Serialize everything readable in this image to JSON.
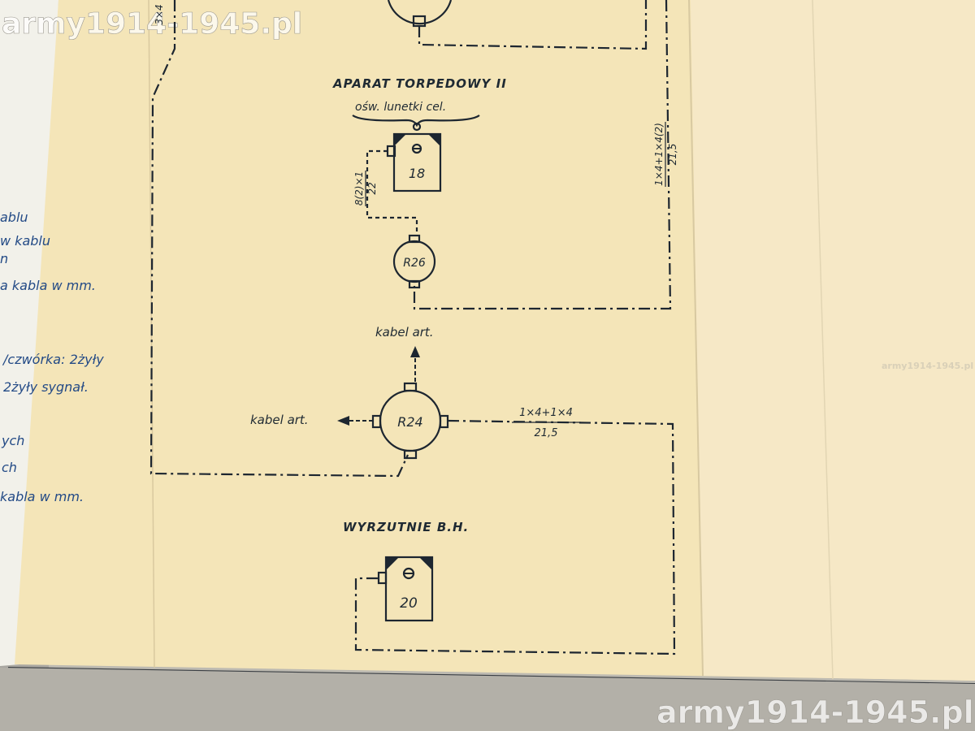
{
  "watermark": {
    "top_left": "army1914-1945.pl",
    "bottom_right": "army1914-1945.pl",
    "right_faint": "army1914-1945.pl"
  },
  "sections": {
    "torpedo_title": "APARAT TORPEDOWY II",
    "sight_label": "ośw. lunetki cel.",
    "launchers_title": "WYRZUTNIE B.H."
  },
  "nodes": {
    "device_18": "18",
    "device_20": "20",
    "box_r26": "R26",
    "box_r24": "R24"
  },
  "cables": {
    "art_up": "kabel art.",
    "art_left": "kabel art.",
    "spec_vertical_right_top": "1×4+1×4(2)",
    "spec_vertical_right_bottom": "21,5",
    "spec_vertical_left_top": "8(2)×1",
    "spec_vertical_left_bottom": "22",
    "spec_r24_top": "1×4+1×4",
    "spec_r24_bottom": "21,5",
    "spec_edge_left": "3×4"
  },
  "legend": {
    "line_1": "ablu",
    "line_2": "w kablu",
    "line_3": "n",
    "line_4": "a kabla w mm.",
    "line_5": "/czwórka: 2żyły",
    "line_6": "2żyły sygnał.",
    "line_7": "ych",
    "line_8": "ch",
    "line_9": "kabla w mm."
  },
  "colors": {
    "paper": "#f4e5b8",
    "paper_right": "#f6e7c3",
    "ink": "#1d2630",
    "legend_ink": "#234a86",
    "backdrop": "#b9b6ad"
  }
}
